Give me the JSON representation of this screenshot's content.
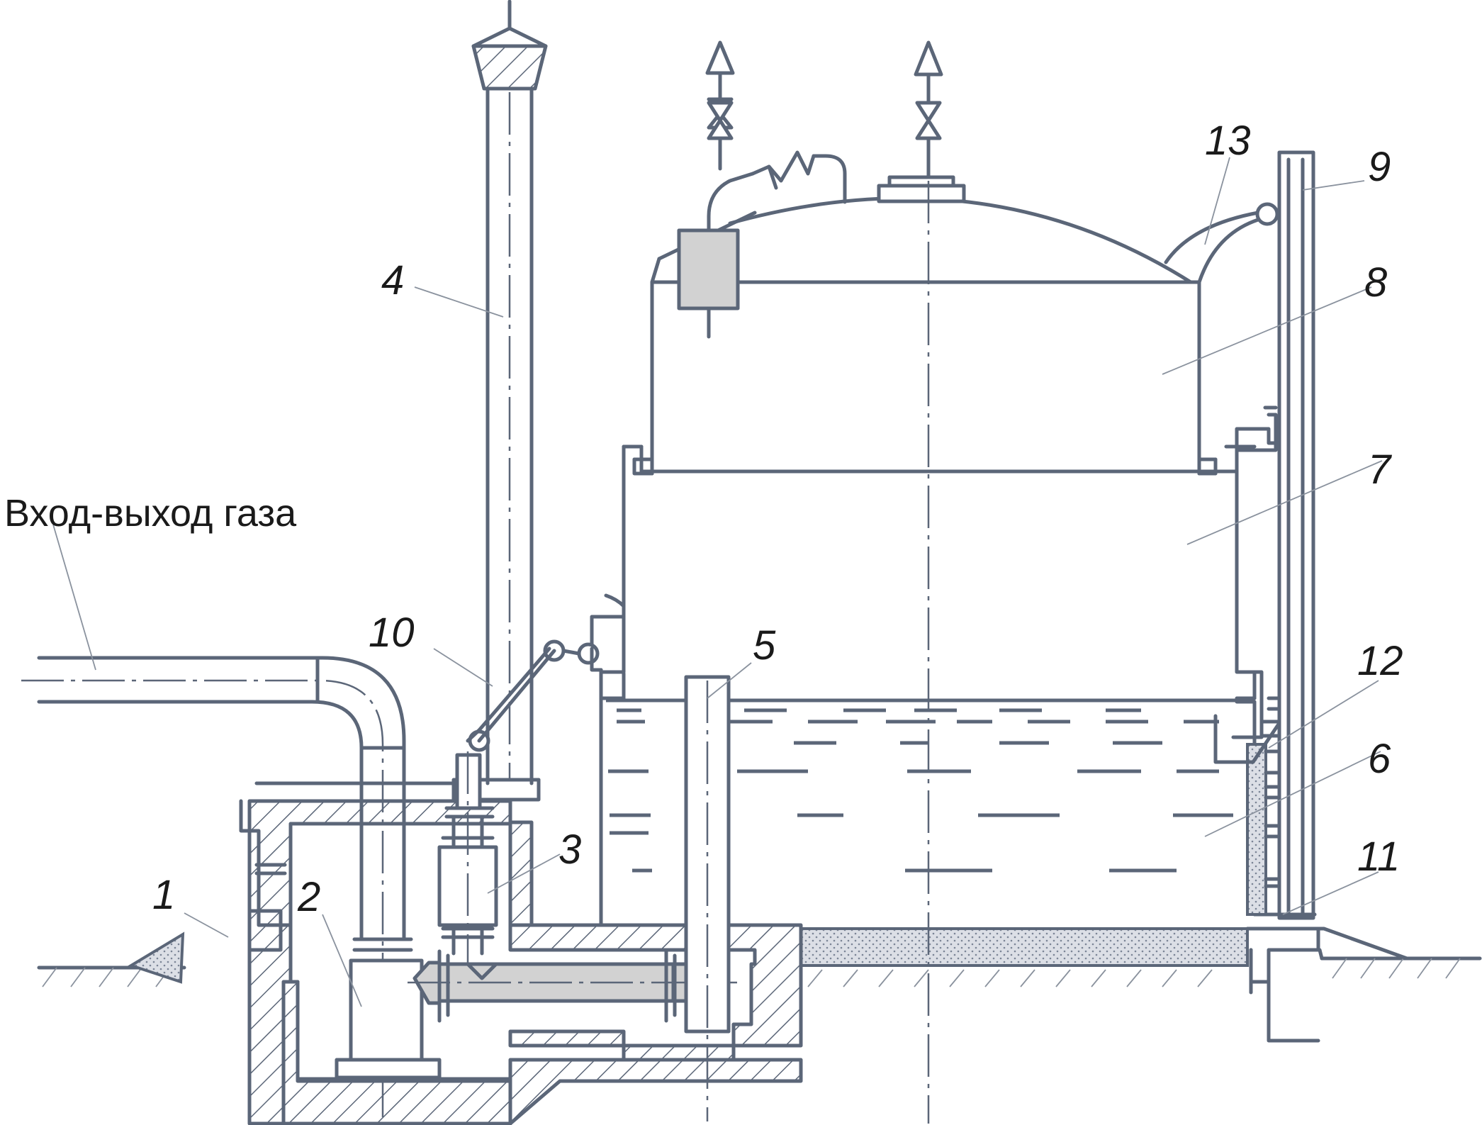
{
  "diagram": {
    "gas_label": "Вход-выход газа",
    "labels": [
      "1",
      "2",
      "3",
      "4",
      "5",
      "6",
      "7",
      "8",
      "9",
      "10",
      "11",
      "12",
      "13"
    ]
  }
}
